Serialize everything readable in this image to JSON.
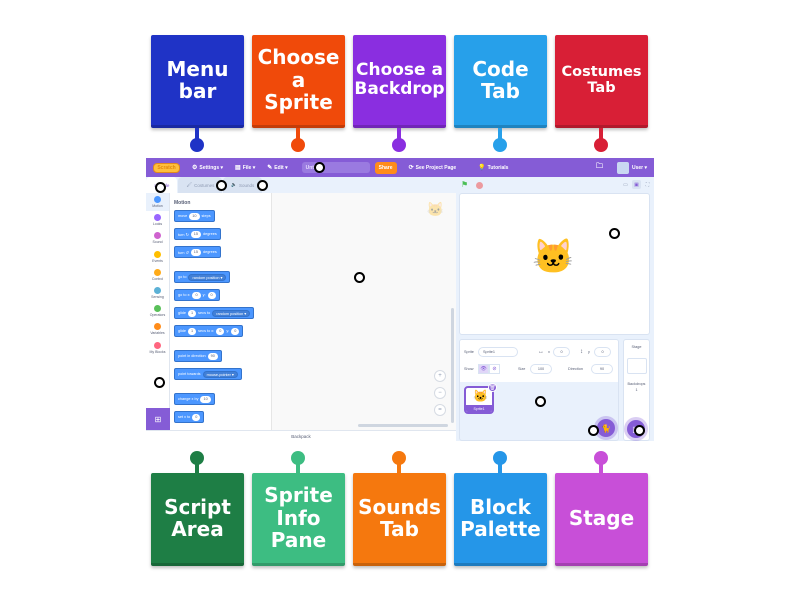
{
  "labels_top": [
    {
      "text": "Menu\nbar",
      "color": "#1f33c6",
      "size": "lg"
    },
    {
      "text": "Choose\na\nSprite",
      "color": "#f04a0a",
      "size": "lg"
    },
    {
      "text": "Choose a\nBackdrop",
      "color": "#8a2ee0",
      "size": "md"
    },
    {
      "text": "Code\nTab",
      "color": "#27a0ea",
      "size": "lg"
    },
    {
      "text": "Costumes\nTab",
      "color": "#d81f36",
      "size": "sm"
    }
  ],
  "labels_bottom": [
    {
      "text": "Script\nArea",
      "color": "#1e7e45",
      "size": "lg"
    },
    {
      "text": "Sprite\nInfo\nPane",
      "color": "#3dbd82",
      "size": "lg"
    },
    {
      "text": "Sounds\nTab",
      "color": "#f5780e",
      "size": "lg"
    },
    {
      "text": "Block\nPalette",
      "color": "#2596e8",
      "size": "lg"
    },
    {
      "text": "Stage",
      "color": "#c84fd8",
      "size": "lg"
    }
  ],
  "menubar": {
    "logo": "Scratch",
    "settings": "Settings ▾",
    "file": "File ▾",
    "edit": "Edit ▾",
    "project_title": "Untitled",
    "share": "Share",
    "see_project_page": "See Project Page",
    "tutorials": "Tutorials",
    "user": "User ▾"
  },
  "tabs": {
    "code": "Code",
    "costumes": "Costumes",
    "sounds": "Sounds"
  },
  "categories": [
    {
      "name": "Motion",
      "color": "#4c97ff"
    },
    {
      "name": "Looks",
      "color": "#9966ff"
    },
    {
      "name": "Sound",
      "color": "#cf63cf"
    },
    {
      "name": "Events",
      "color": "#ffbf00"
    },
    {
      "name": "Control",
      "color": "#ffab19"
    },
    {
      "name": "Sensing",
      "color": "#5cb1d6"
    },
    {
      "name": "Operators",
      "color": "#59c059"
    },
    {
      "name": "Variables",
      "color": "#ff8c1a"
    },
    {
      "name": "My Blocks",
      "color": "#ff6680"
    }
  ],
  "palette": {
    "section": "Motion",
    "blocks": {
      "move": {
        "pre": "move",
        "val": "10",
        "post": "steps"
      },
      "turn_right": {
        "pre": "turn ↻",
        "val": "15",
        "post": "degrees"
      },
      "turn_left": {
        "pre": "turn ↺",
        "val": "15",
        "post": "degrees"
      },
      "go_to": {
        "pre": "go to",
        "drop": "random position ▾"
      },
      "go_to_xy": {
        "pre": "go to x:",
        "x": "0",
        "mid": "y:",
        "y": "0"
      },
      "glide_to": {
        "pre": "glide",
        "val": "1",
        "mid": "secs to",
        "drop": "random position ▾"
      },
      "glide_xy": {
        "pre": "glide",
        "val": "1",
        "mid": "secs to x:",
        "x": "0",
        "mid2": "y:",
        "y": "0"
      },
      "point_dir": {
        "pre": "point in direction",
        "val": "90"
      },
      "point_towards": {
        "pre": "point towards",
        "drop": "mouse-pointer ▾"
      },
      "change_x": {
        "pre": "change x by",
        "val": "10"
      },
      "set_x": {
        "pre": "set x to",
        "val": "0"
      }
    }
  },
  "script_area": {
    "zoom_in": "+",
    "zoom_out": "−",
    "reset": "="
  },
  "backpack": "Backpack",
  "sprite_info": {
    "sprite_label": "Sprite",
    "sprite_name": "Sprite1",
    "x_label": "x",
    "x": "0",
    "y_label": "y",
    "y": "0",
    "show_label": "Show",
    "size_label": "Size",
    "size": "100",
    "direction_label": "Direction",
    "direction": "90"
  },
  "sprite_list": [
    {
      "name": "Sprite1"
    }
  ],
  "stage_target": {
    "title": "Stage",
    "backdrops_label": "Backdrops",
    "backdrops_count": "1"
  }
}
